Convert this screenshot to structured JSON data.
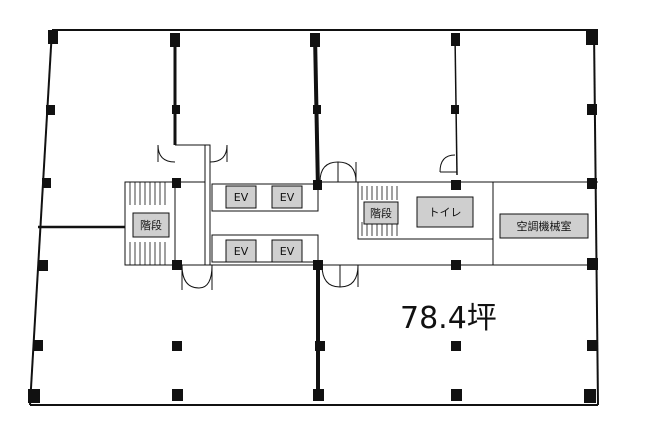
{
  "labels": {
    "stairs_left": "階段",
    "stairs_right": "階段",
    "ev_1": "EV",
    "ev_2": "EV",
    "ev_3": "EV",
    "ev_4": "EV",
    "toilet": "トイレ",
    "machine_room": "空調機械室"
  },
  "area_text": "78.4坪",
  "colors": {
    "line": "#111111",
    "box_fill": "#cfcfcf",
    "background": "#ffffff"
  }
}
